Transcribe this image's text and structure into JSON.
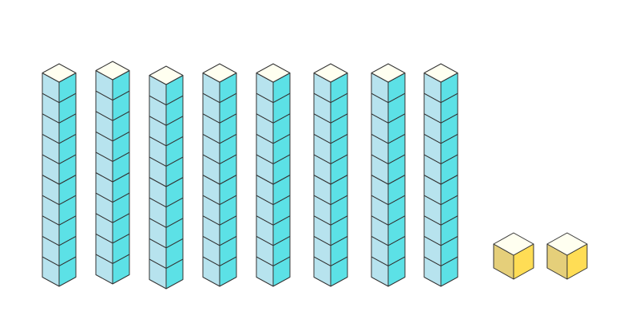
{
  "diagram": {
    "rods": {
      "count": 8,
      "cubes_per_rod": 10
    },
    "units": {
      "count": 2
    },
    "colors": {
      "rod_left": "#b7e3ee",
      "rod_right": "#5ce1e6",
      "rod_top": "#fffff0",
      "unit_left": "#e5cf7a",
      "unit_right": "#ffdd55",
      "unit_top": "#fffff0",
      "stroke": "#333333"
    }
  }
}
